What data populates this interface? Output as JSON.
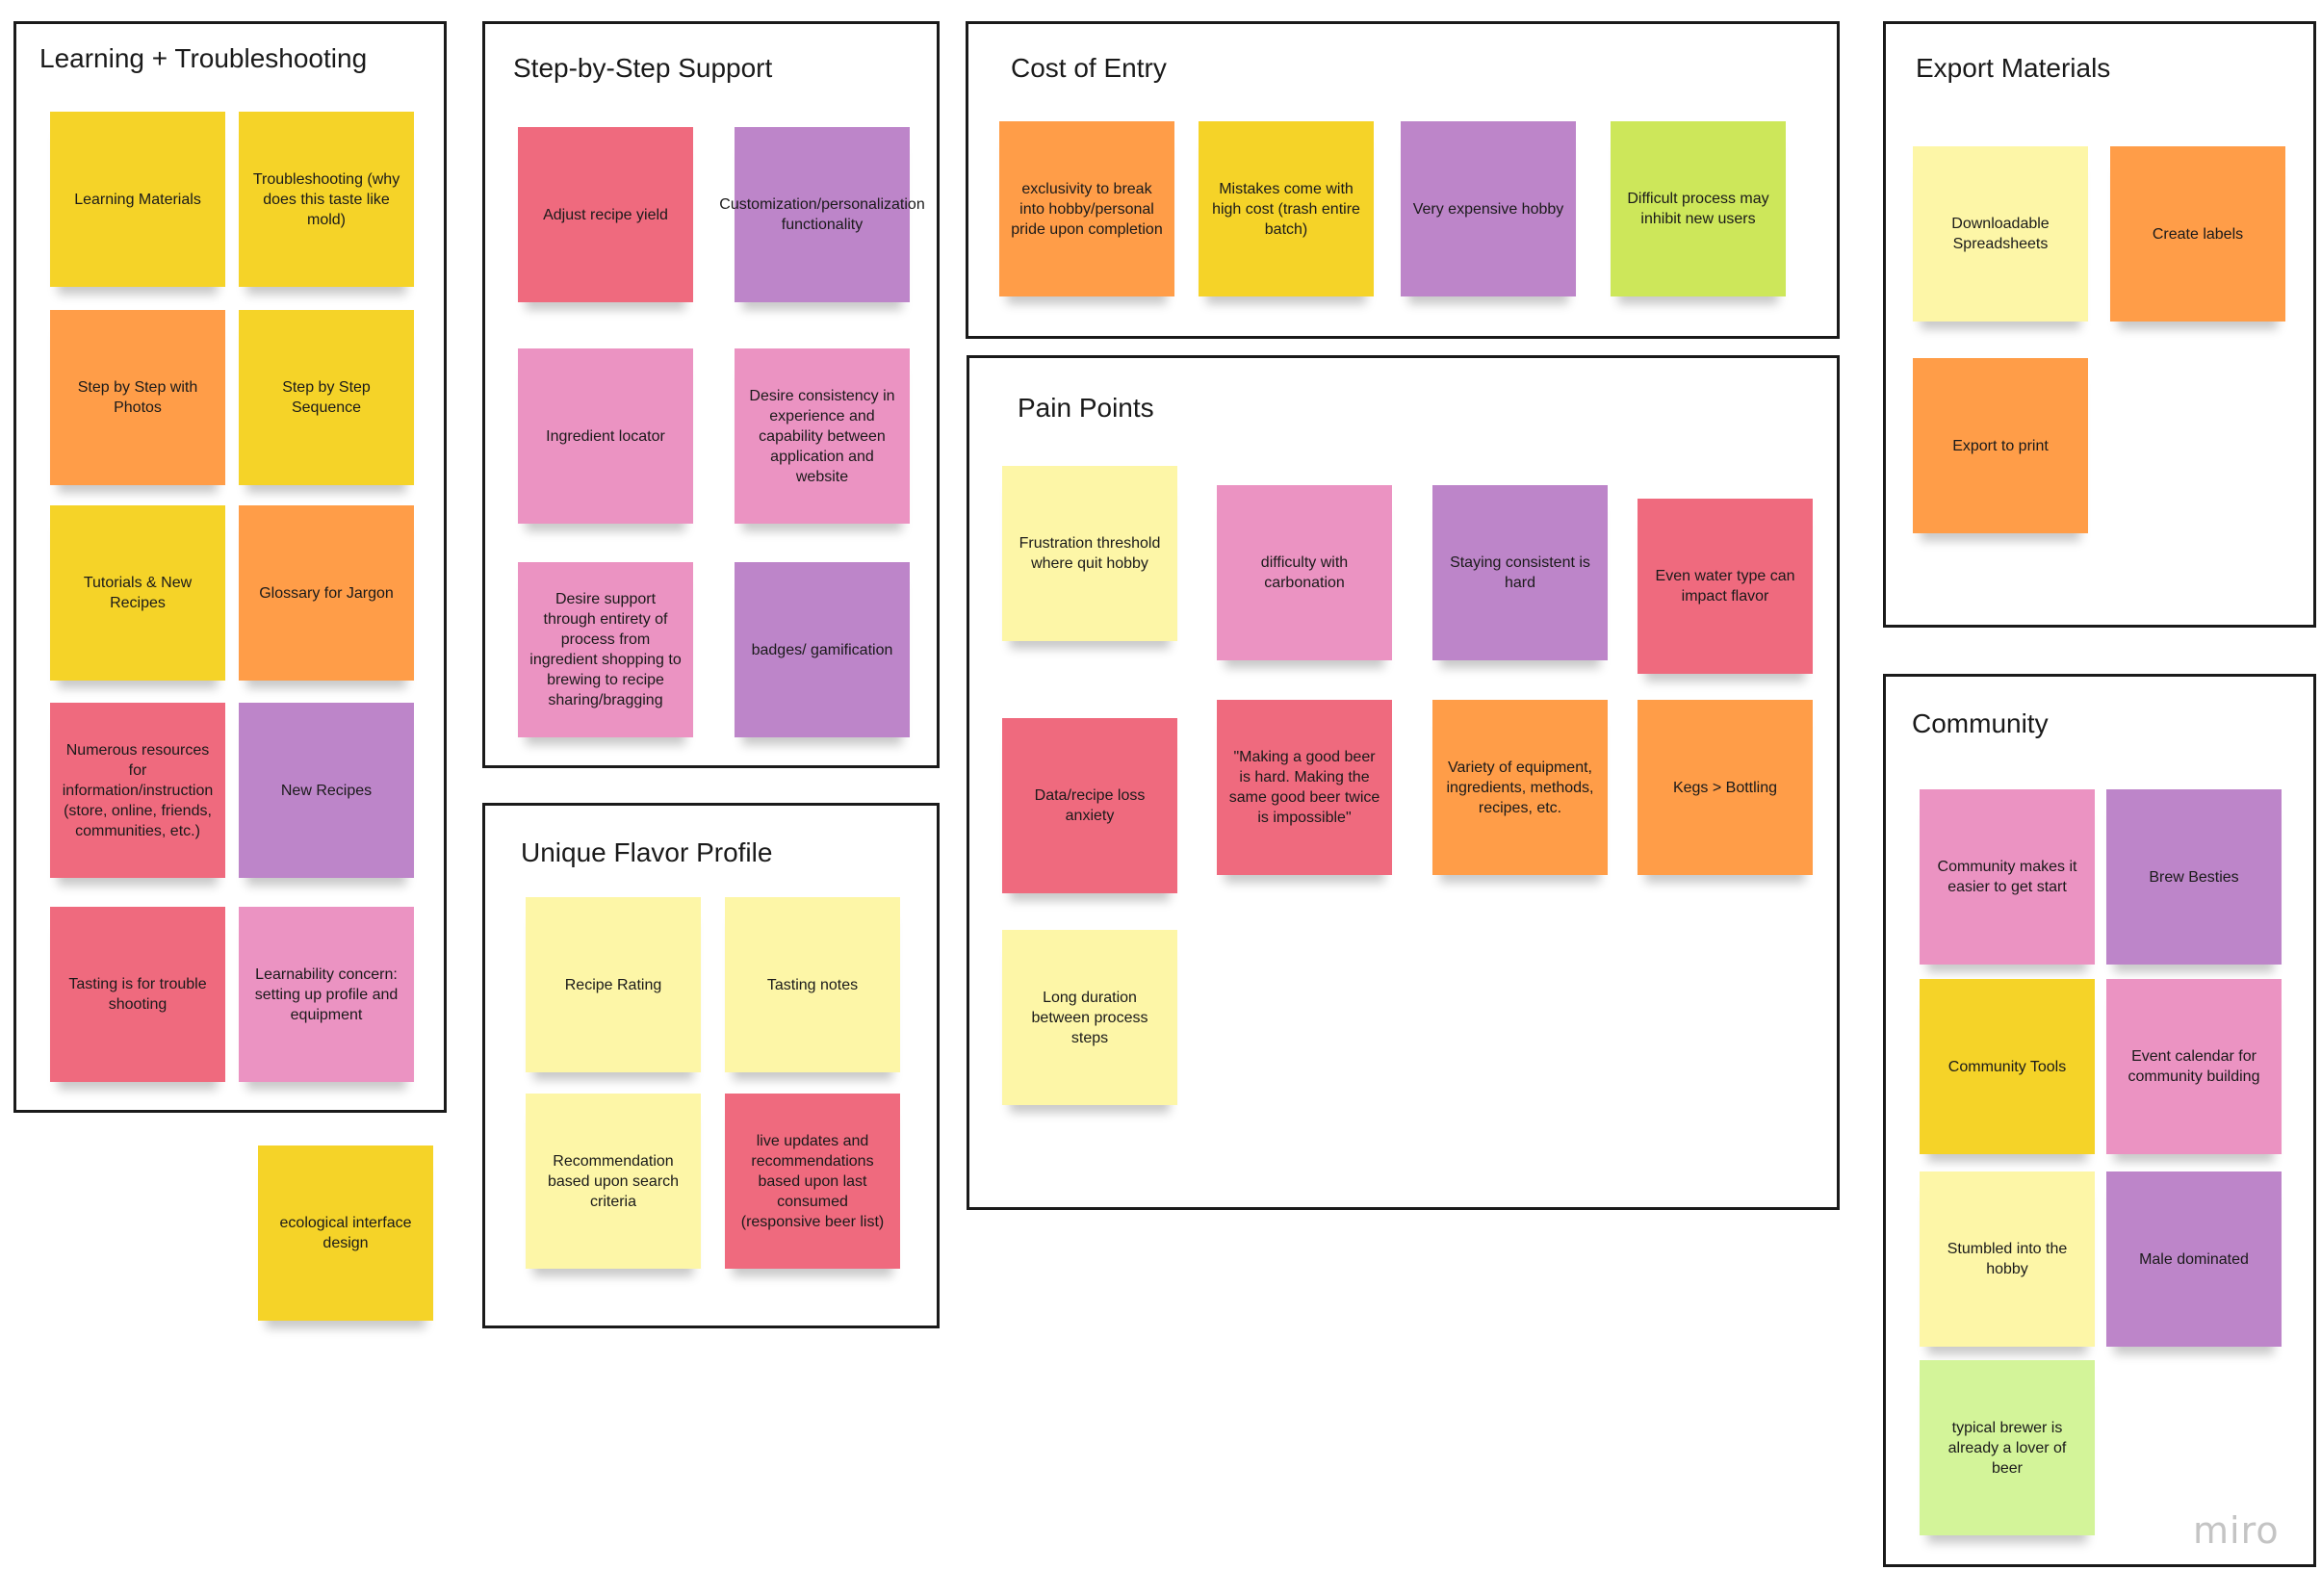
{
  "colors": {
    "yellow": "#f5d328",
    "orange": "#ff9d48",
    "red": "#ef6a7e",
    "pink": "#eb93c2",
    "violet": "#bd85c9",
    "light_yellow": "#fdf6a7",
    "lime": "#cde75a",
    "light_green": "#d3f499"
  },
  "frames": {
    "learning": {
      "title": "Learning + Troubleshooting",
      "notes": [
        "Learning Materials",
        "Troubleshooting (why does this taste like mold)",
        "Step by Step with Photos",
        "Step by Step Sequence",
        "Tutorials & New Recipes",
        "Glossary for Jargon",
        "Numerous resources for information/instruction (store, online, friends, communities, etc.)",
        "New Recipes",
        "Tasting is for trouble shooting",
        "Learnability concern: setting up profile and equipment"
      ]
    },
    "step_support": {
      "title": "Step-by-Step Support",
      "notes": [
        "Adjust recipe yield",
        "Customization/personalization functionality",
        "Ingredient locator",
        "Desire consistency in experience and capability between application and website",
        "Desire support through entirety of process from ingredient shopping to brewing to recipe sharing/bragging",
        "badges/ gamification"
      ]
    },
    "cost_of_entry": {
      "title": "Cost of Entry",
      "notes": [
        "exclusivity to break into hobby/personal pride upon completion",
        "Mistakes come with high cost (trash entire batch)",
        "Very expensive hobby",
        "Difficult process may inhibit new users"
      ]
    },
    "pain_points": {
      "title": "Pain Points",
      "notes": [
        "Frustration threshold where quit hobby",
        "difficulty with carbonation",
        "Staying consistent is hard",
        "Even water type can impact flavor",
        "Data/recipe loss anxiety",
        "\"Making a good beer is hard. Making the same  good beer twice is impossible\"",
        "Variety of equipment, ingredients, methods, recipes, etc.",
        "Kegs > Bottling",
        "Long duration between process steps"
      ]
    },
    "export": {
      "title": "Export Materials",
      "notes": [
        "Downloadable Spreadsheets",
        "Create labels",
        "Export to print"
      ]
    },
    "flavor": {
      "title": "Unique Flavor Profile",
      "notes": [
        "Recipe Rating",
        "Tasting notes",
        "Recommendation based upon search criteria",
        "live updates and recommendations based upon last consumed (responsive beer list)"
      ]
    },
    "community": {
      "title": "Community",
      "notes": [
        "Community makes it easier to get start",
        "Brew Besties",
        "Community Tools",
        "Event calendar for community building",
        "Stumbled into the hobby",
        "Male dominated",
        "typical brewer is already a lover of beer"
      ]
    }
  },
  "loose_notes": [
    "ecological interface design"
  ],
  "branding": {
    "watermark": "miro"
  }
}
